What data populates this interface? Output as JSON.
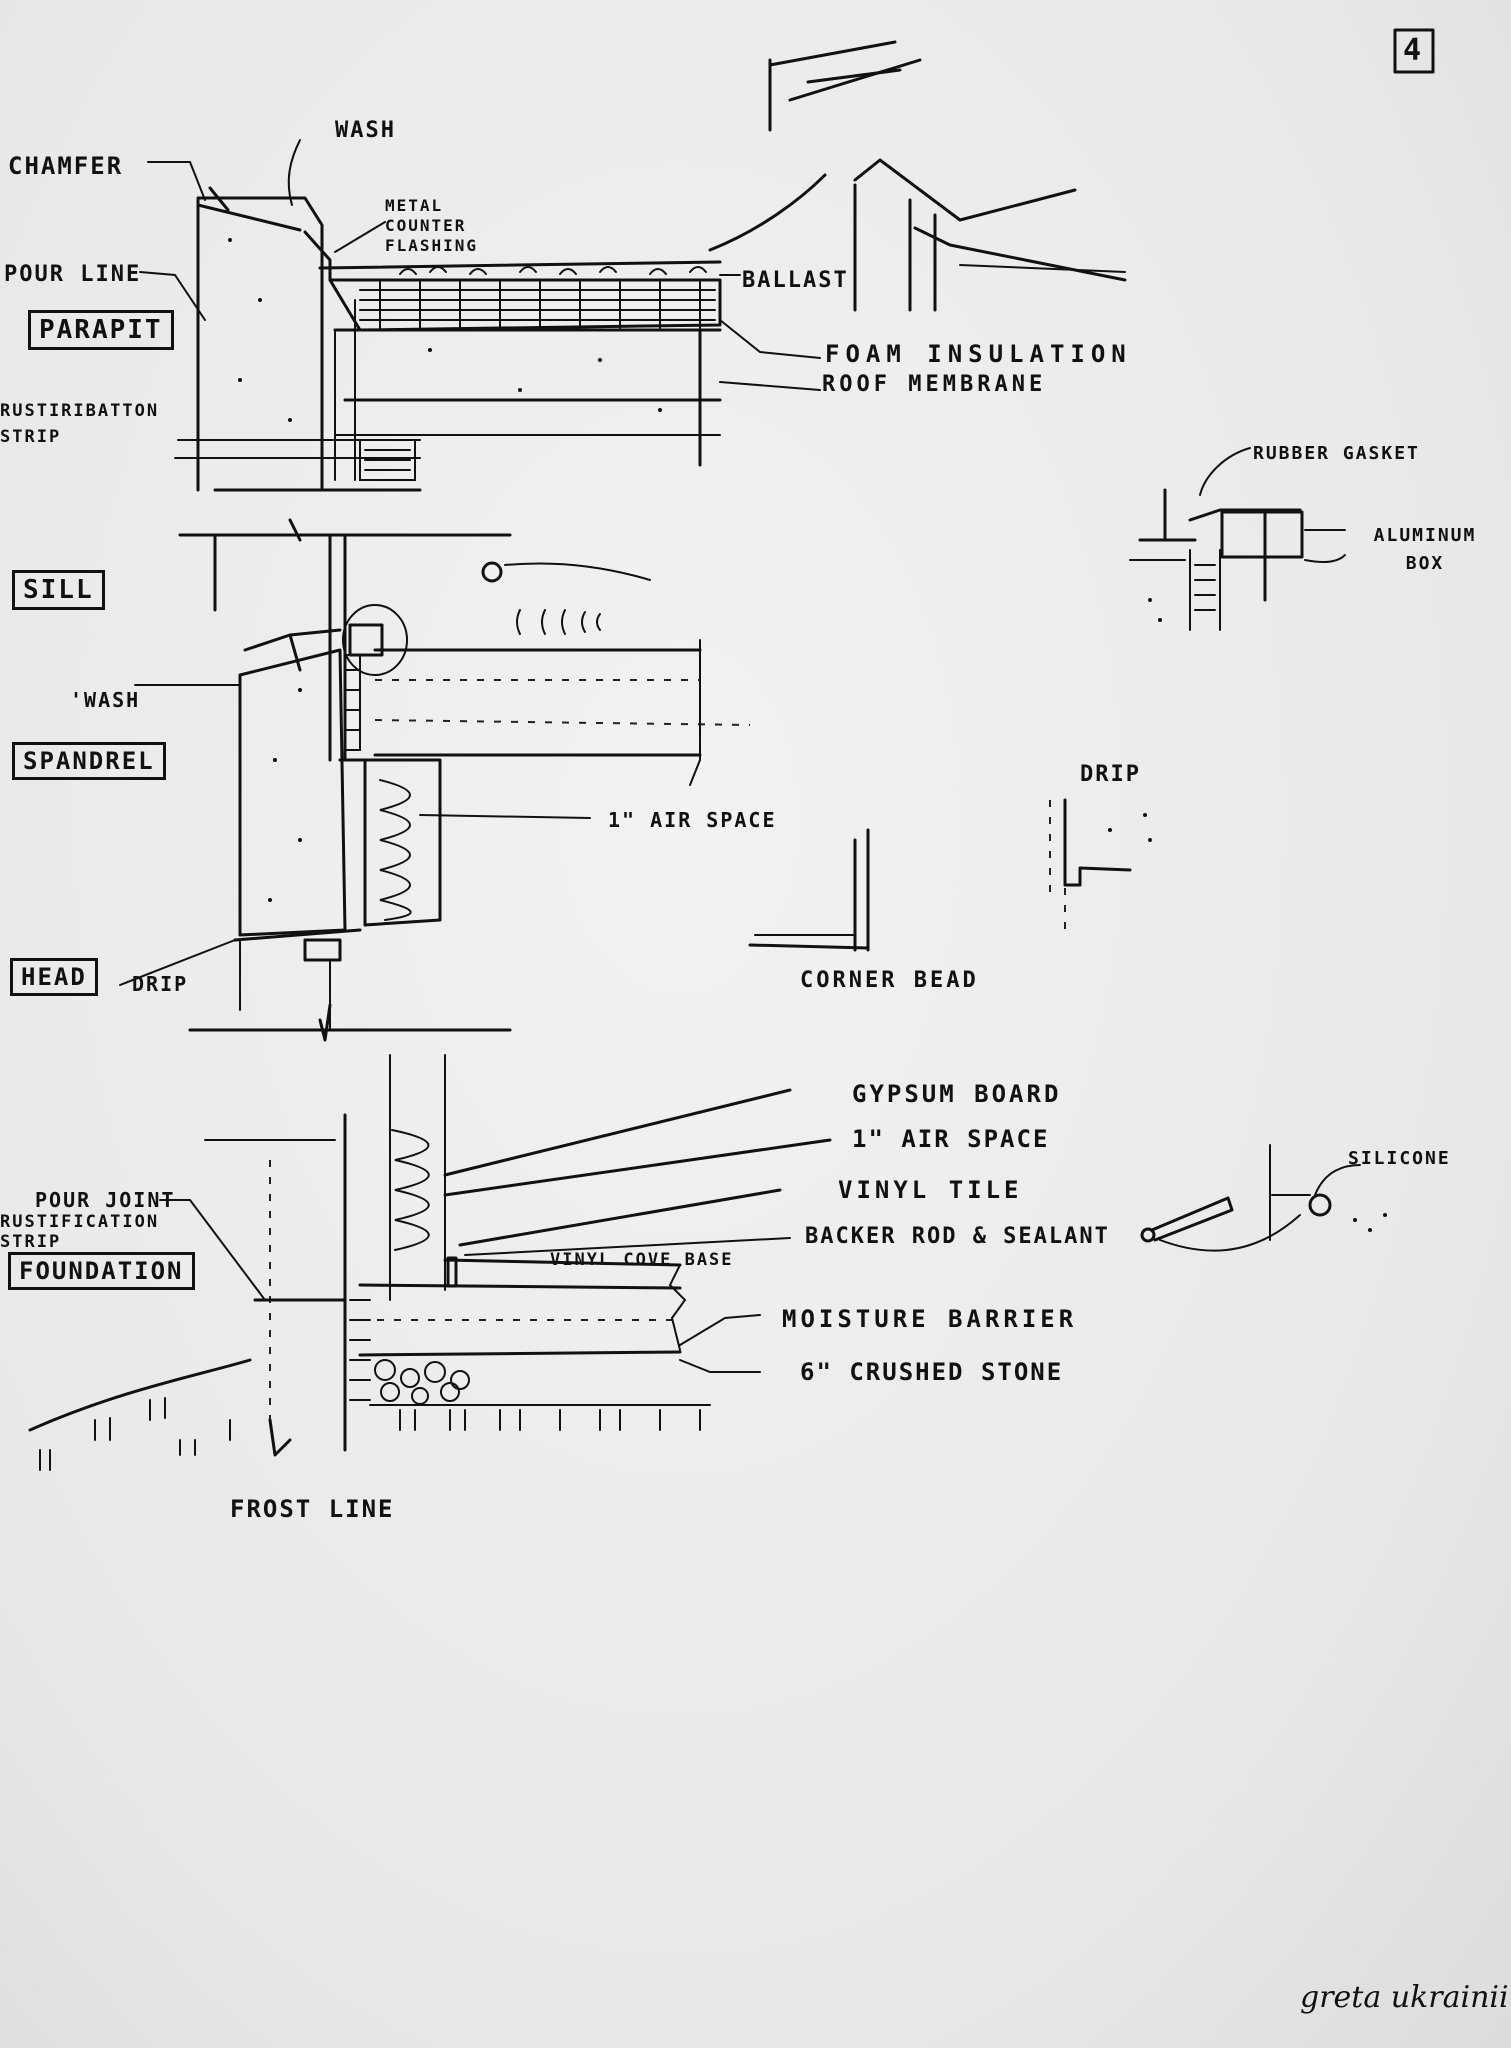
{
  "sheet": {
    "page_number": "4",
    "signature": "greta ukrainii"
  },
  "labels": {
    "chamfer": "CHAMFER",
    "wash_top": "WASH",
    "metal_counter_flashing": "METAL COUNTER FLASHING",
    "pour_line": "POUR LINE",
    "parapet": "PARAPIT",
    "rustication_strip": "RUSTIRIBATTON STRIP",
    "ballast": "BALLAST",
    "foam_insulation": "FOAM INSULATION",
    "roof_membrane": "ROOF MEMBRANE",
    "rubber_gasket": "RUBBER GASKET",
    "aluminum_box": "ALUMINUM BOX",
    "sill": "SILL",
    "wash_mid": "'WASH",
    "spandrel": "SPANDREL",
    "air_space_upper": "1\" AIR SPACE",
    "drip_detail": "DRIP",
    "head": "HEAD",
    "drip_head": "DRIP",
    "corner_bead": "CORNER BEAD",
    "gypsum_board": "GYPSUM BOARD",
    "air_space_lower": "1\" AIR SPACE",
    "vinyl_tile": "VINYL TILE",
    "silicone": "SILICONE",
    "pour_joint": "POUR JOINT",
    "rustification_strip": "RUSTIFICATION STRIP",
    "backer_rod_sealant": "BACKER ROD & SEALANT",
    "vinyl_cove_base": "VINYL COVE BASE",
    "foundation": "FOUNDATION",
    "moisture_barrier": "MOISTURE BARRIER",
    "crushed_stone": "6\" CRUSHED STONE",
    "frost_line": "FROST LINE"
  }
}
